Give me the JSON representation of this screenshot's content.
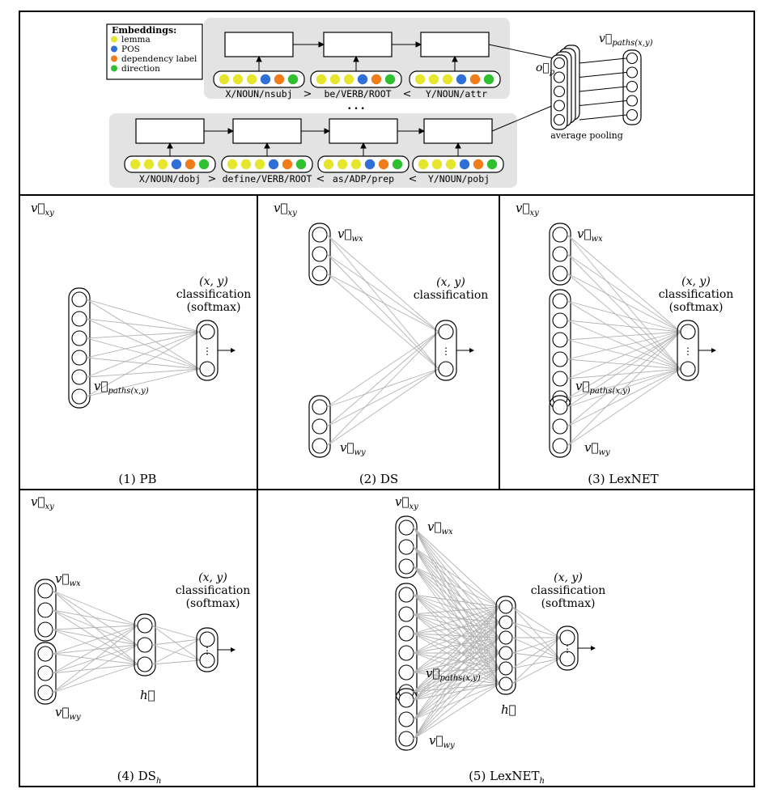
{
  "legend": {
    "title": "Embeddings:",
    "items": [
      {
        "label": "lemma",
        "color": "#e6e62e"
      },
      {
        "label": "POS",
        "color": "#2f6fd6"
      },
      {
        "label": "dependency label",
        "color": "#f07d1a"
      },
      {
        "label": "direction",
        "color": "#2fbf2f"
      }
    ]
  },
  "path1": {
    "tokens": [
      "X/NOUN/nsubj",
      "be/VERB/ROOT",
      "Y/NOUN/attr"
    ],
    "connectors": [
      ">",
      "<"
    ]
  },
  "ellipsis": "• • •",
  "path2": {
    "tokens": [
      "X/NOUN/dobj",
      "define/VERB/ROOT",
      "as/ADP/prep",
      "Y/NOUN/pobj"
    ],
    "connectors": [
      ">",
      "<",
      "<"
    ]
  },
  "pooling": {
    "op_label": "o⃗",
    "op_sub": "p",
    "label": "average pooling",
    "paths_label": "v⃗",
    "paths_sub": "paths(x,y)"
  },
  "panels": {
    "pb": {
      "caption": "(1) PB"
    },
    "ds": {
      "caption": "(2) DS"
    },
    "lexnet": {
      "caption": "(3) LexNET"
    },
    "dsh": {
      "caption": "(4) DS",
      "caption_sub": "h"
    },
    "lexneth": {
      "caption": "(5) LexNET",
      "caption_sub": "h"
    }
  },
  "labels": {
    "vxy": "v⃗",
    "vxy_sub": "xy",
    "vwx": "v⃗",
    "vwx_sub": "wx",
    "vwy": "v⃗",
    "vwy_sub": "wy",
    "vpaths": "v⃗",
    "vpaths_sub": "paths(x,y)",
    "xy": "(x, y)",
    "classification": "classification",
    "softmax": "(softmax)",
    "h": "h⃗",
    "vdots": "⋮"
  }
}
